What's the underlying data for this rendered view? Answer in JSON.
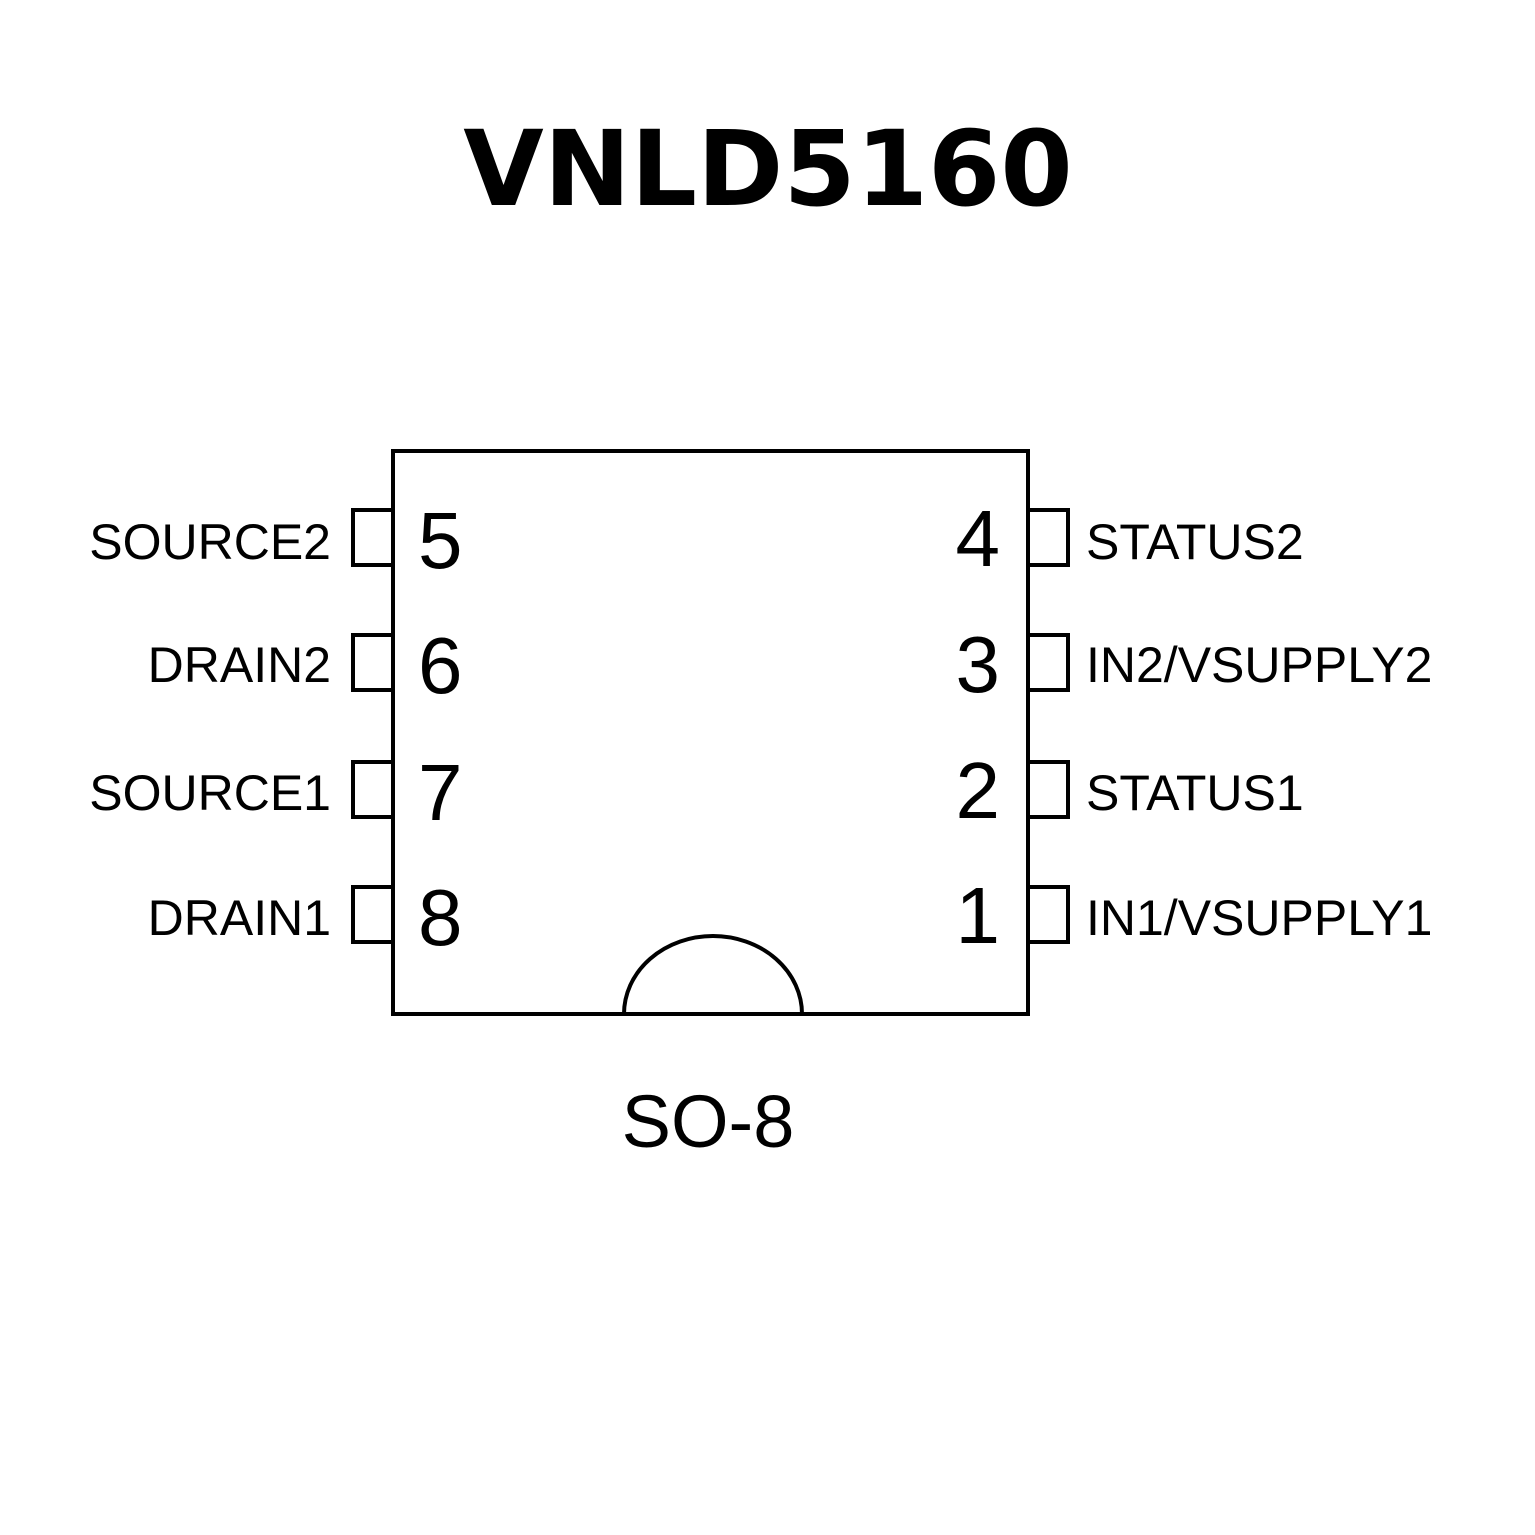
{
  "title": "VNLD5160",
  "package": "SO-8",
  "pins": {
    "left": [
      {
        "number": "5",
        "name": "SOURCE2"
      },
      {
        "number": "6",
        "name": "DRAIN2"
      },
      {
        "number": "7",
        "name": "SOURCE1"
      },
      {
        "number": "8",
        "name": "DRAIN1"
      }
    ],
    "right": [
      {
        "number": "4",
        "name": "STATUS2"
      },
      {
        "number": "3",
        "name": "IN2/VSUPPLY2"
      },
      {
        "number": "2",
        "name": "STATUS1"
      },
      {
        "number": "1",
        "name": "IN1/VSUPPLY1"
      }
    ]
  },
  "colors": {
    "stroke": "#000000",
    "background": "#ffffff"
  }
}
